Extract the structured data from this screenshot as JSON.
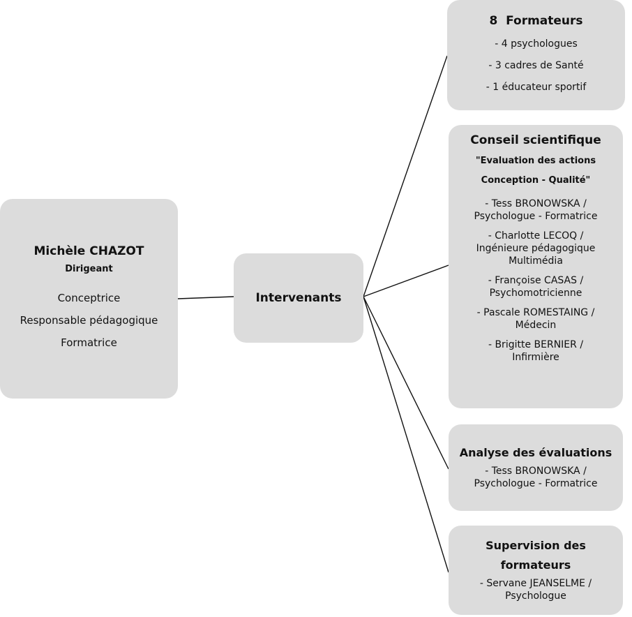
{
  "root": {
    "name": "Michèle CHAZOT",
    "role": "Dirigeant",
    "desc_lines": [
      "Conceptrice",
      "Responsable pédagogique",
      "Formatrice"
    ]
  },
  "hub": {
    "label": "Intervenants"
  },
  "branches": {
    "formateurs": {
      "title": "8  Formateurs",
      "items": [
        "- 4 psychologues",
        "- 3 cadres de Santé",
        "- 1 éducateur sportif"
      ]
    },
    "conseil": {
      "title": "Conseil scientifique",
      "subtitle_1": "\"Evaluation des actions",
      "subtitle_2": "Conception - Qualité\"",
      "people": [
        [
          "- Tess BRONOWSKA /",
          "Psychologue - Formatrice"
        ],
        [
          "- Charlotte LECOQ /",
          "Ingénieure pédagogique",
          "Multimédia"
        ],
        [
          "- Françoise CASAS /",
          "Psychomotricienne"
        ],
        [
          "- Pascale ROMESTAING /",
          "Médecin"
        ],
        [
          "- Brigitte BERNIER /",
          "Infirmière"
        ]
      ]
    },
    "analyse": {
      "title": "Analyse des évaluations",
      "people": [
        "- Tess BRONOWSKA /",
        "Psychologue - Formatrice"
      ]
    },
    "supervision": {
      "title_1": "Supervision des",
      "title_2": "formateurs",
      "people": [
        "- Servane JEANSELME /",
        "Psychologue"
      ]
    }
  }
}
